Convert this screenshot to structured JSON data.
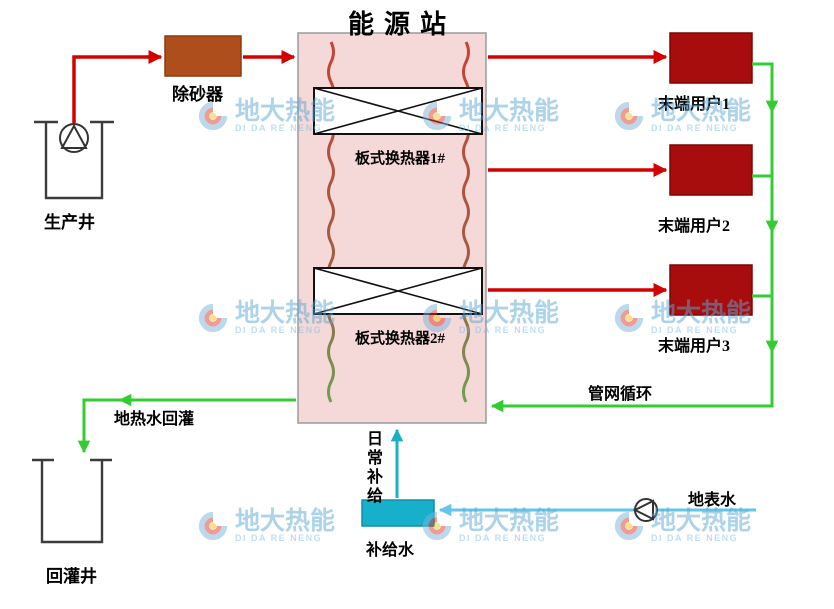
{
  "title": "能源站",
  "station": {
    "heat_exchanger_1_label": "板式换热器1#",
    "heat_exchanger_2_label": "板式换热器2#"
  },
  "equipment": {
    "sand_remover_label": "除砂器",
    "production_well_label": "生产井",
    "reinjection_well_label": "回灌井",
    "supply_water_label": "补给水",
    "surface_water_label": "地表水"
  },
  "end_users": [
    {
      "label": "末端用户1"
    },
    {
      "label": "末端用户2"
    },
    {
      "label": "末端用户3"
    }
  ],
  "flow_labels": {
    "reinjection": "地热水回灌",
    "network_circulation": "管网循环",
    "daily_supply": "日常补给"
  },
  "watermark": {
    "cn": "地大热能",
    "en": "DI DA RE NENG"
  },
  "colors": {
    "hot_line": "#d40000",
    "return_line": "#33cc33",
    "surface_line": "#62c6e8",
    "supply_line": "#18b0ca",
    "station_fill": "#f5d8d8",
    "end_user_fill": "#a80d0d",
    "sand_remover_fill": "#ad4e1c",
    "supply_box_fill": "#17b0ca"
  }
}
